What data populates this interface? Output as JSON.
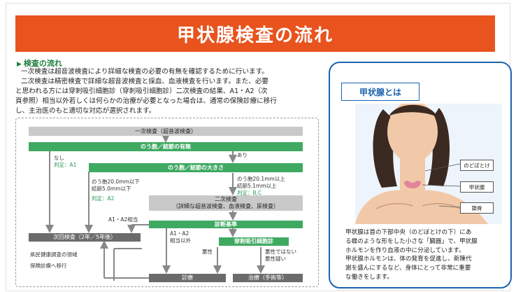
{
  "banner": {
    "title": "甲状腺検査の流れ"
  },
  "section": {
    "title": "検査の流れ",
    "lines": [
      "一次検査は超音波検査により詳細な検査の必要の有無を確認するために行います。",
      "二次検査は精密検査で詳細な超音波検査と採血、血液検査を行います。また、必要",
      "と思われる方には穿刺吸引細胞診（穿刺吸引細胞診）二次検査の結果、A1・A2（次",
      "頁参照）相当以外若しくは何らかの治療が必要となった場合は、通常の保険診療に移行",
      "し、主治医のもと適切な対応が選択されます。"
    ]
  },
  "flow": {
    "primary": "一次検査（超音波検査）",
    "nodule_check": "のう胞／結節の有無",
    "none_label": "なし",
    "none_judgement": "判定：A1",
    "yes_label": "あり",
    "size_check": "のう胞／結節の大きさ",
    "small_label_1": "のう胞20.0mm以下",
    "small_label_2": "結節5.0mm以下",
    "small_judgement": "判定：A2",
    "large_label_1": "のう胞20.1mm以上",
    "large_label_2": "結節5.1mm以上",
    "large_judgement": "判定：B,C",
    "secondary_1": "二次検査",
    "secondary_2": "（詳細な超音波検査、血液検査、尿検査）",
    "criteria": "診断基準",
    "a1a2_equiv": "A1・A2相当",
    "next_exam": "次回検査（2年／5年後）",
    "a1a2_other_1": "A1・A2",
    "a1a2_other_2": "相当以外",
    "fna": "穿刺吸引細胞診",
    "malignant": "悪性",
    "benign_1": "悪性ではない",
    "benign_2": "悪性疑い",
    "health_mgmt": "県民健康調査の領域",
    "insurance": "保険診療へ移行",
    "followup": "診療",
    "treatment": "治療（手術等）"
  },
  "panel": {
    "title": "甲状腺とは",
    "callouts": [
      "のどぼとけ",
      "甲状腺",
      "鎖骨"
    ],
    "desc": [
      "甲状腺は首の下部中央（のどぼとけの下）にあ",
      "る蝶のような形をした小さな「臓器」で、甲状腺",
      "ホルモンを作り血液の中に分泌しています。",
      "甲状腺ホルモンは、体の発育を促進し、新陳代",
      "謝を盛んにするなど、身体にとって非常に重要",
      "な働きをします。"
    ]
  },
  "colors": {
    "banner": "#e8531e",
    "green": "#3fa962",
    "blue": "#1a63b0",
    "grey": "#c9c9c9",
    "dark": "#6b6b6b"
  }
}
